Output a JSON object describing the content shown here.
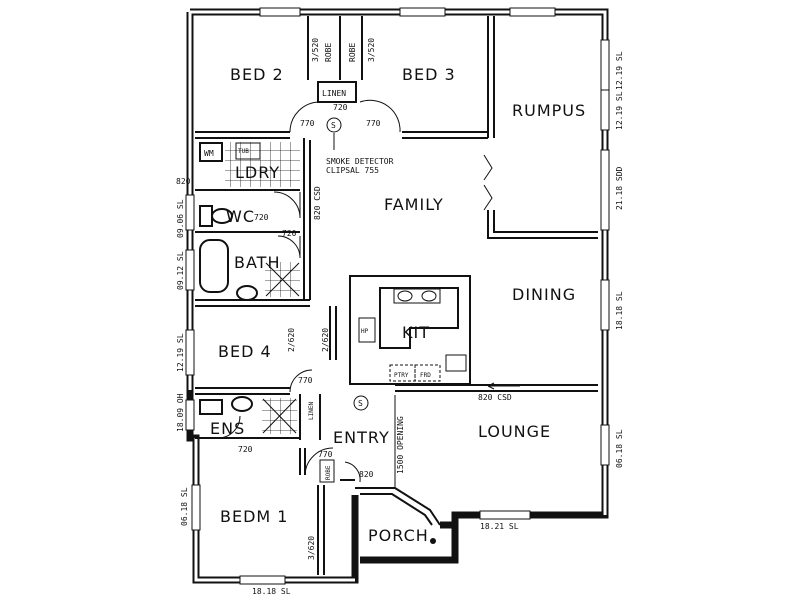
{
  "rooms": {
    "bed2": "BED 2",
    "bed3": "BED 3",
    "rumpus": "RUMPUS",
    "ldry": "LDRY",
    "family": "FAMILY",
    "wc": "WC",
    "bath": "BATH",
    "dining": "DINING",
    "kit": "KIT",
    "bed4": "BED 4",
    "lounge": "LOUNGE",
    "ens": "ENS",
    "entry": "ENTRY",
    "bedm1": "BEDM 1",
    "porch": "PORCH",
    "linen_top": "LINEN",
    "linen_mid": "LINEN",
    "robe_left": "ROBE",
    "robe_right": "ROBE",
    "robe_entry": "ROBE"
  },
  "annotations": {
    "smoke_line1": "SMOKE DETECTOR",
    "smoke_line2": "CLIPSAL 755",
    "smoke_symbol": "S",
    "smoke_symbol2": "S",
    "wm": "WM",
    "tub": "TUB",
    "hp": "HP",
    "ptry": "PTRY",
    "frd": "FRD"
  },
  "dimensions": {
    "d720_top": "720",
    "d770_left": "770",
    "d770_right": "770",
    "d3520_a": "3/520",
    "d3520_b": "3/520",
    "d820_ldry": "820",
    "d820csd_ldry": "820 CSD",
    "d720_wc": "720",
    "d720_bath": "720",
    "d0906sl": "09.06 SL",
    "d0912sl": "09.12 SL",
    "d1219sl_left": "12.19 SL",
    "d2620_a": "2/620",
    "d2620_b": "2/620",
    "d770_bed4": "770",
    "d1809oh": "18.09 OH",
    "d720_ens": "720",
    "d770_entry": "770",
    "d820_entry": "820",
    "d1500": "1500 OPENING",
    "d0618sl_left": "06.18 SL",
    "d3620": "3/620",
    "d1818sl_bottom": "18.18 SL",
    "d1821sl": "18.21 SL",
    "d0618sl_right": "06.18 SL",
    "d820csd_dining": "820 CSD",
    "d1818sl_right": "18.18 SL",
    "d2118sdd": "21.18 SDD",
    "d1219sl_r1": "12.19 SL",
    "d1219sl_r2": "12.19 SL"
  }
}
